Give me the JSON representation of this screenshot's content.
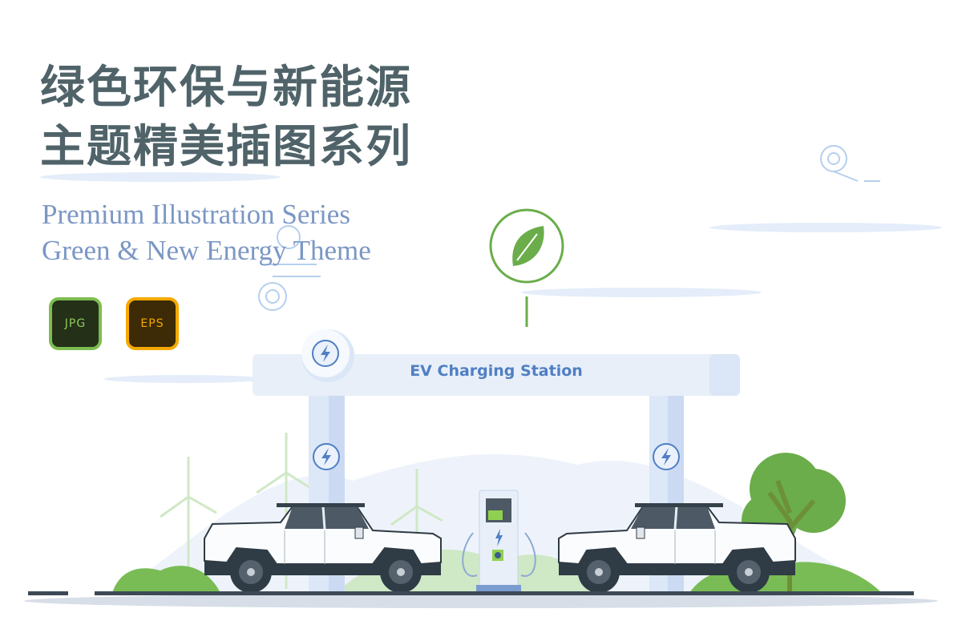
{
  "title": {
    "line1": "绿色环保与新能源",
    "line2": "主题精美插图系列"
  },
  "subtitle": {
    "line1": "Premium Illustration Series",
    "line2": "Green & New Energy Theme"
  },
  "badges": [
    {
      "label": "JPG",
      "border": "#7dbd4f",
      "bg": "#243018",
      "text": "#8fcb5a"
    },
    {
      "label": "EPS",
      "border": "#f5a900",
      "bg": "#3d2a06",
      "text": "#f5a900"
    }
  ],
  "scene": {
    "sign_label": "EV Charging Station",
    "colors": {
      "title": "#4f6369",
      "accent_blue": "#4f7fc4",
      "leaf_green": "#6aad4a",
      "sky_cloud": "#e4edf9"
    }
  }
}
